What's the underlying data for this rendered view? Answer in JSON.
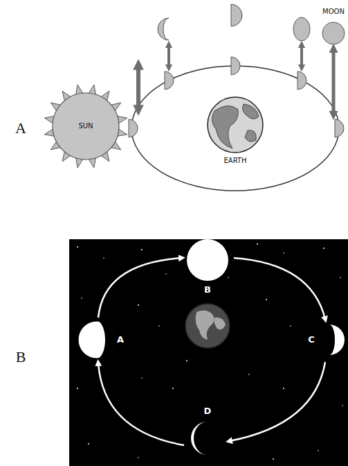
{
  "diagram": {
    "nodes": [
      {
        "text": [
          "SUN"
        ]
      },
      {
        "text": [
          "EARTH"
        ]
      }
    ],
    "labels": [
      "A",
      "MOON",
      "B",
      "A",
      "B",
      "C",
      "D"
    ]
  }
}
